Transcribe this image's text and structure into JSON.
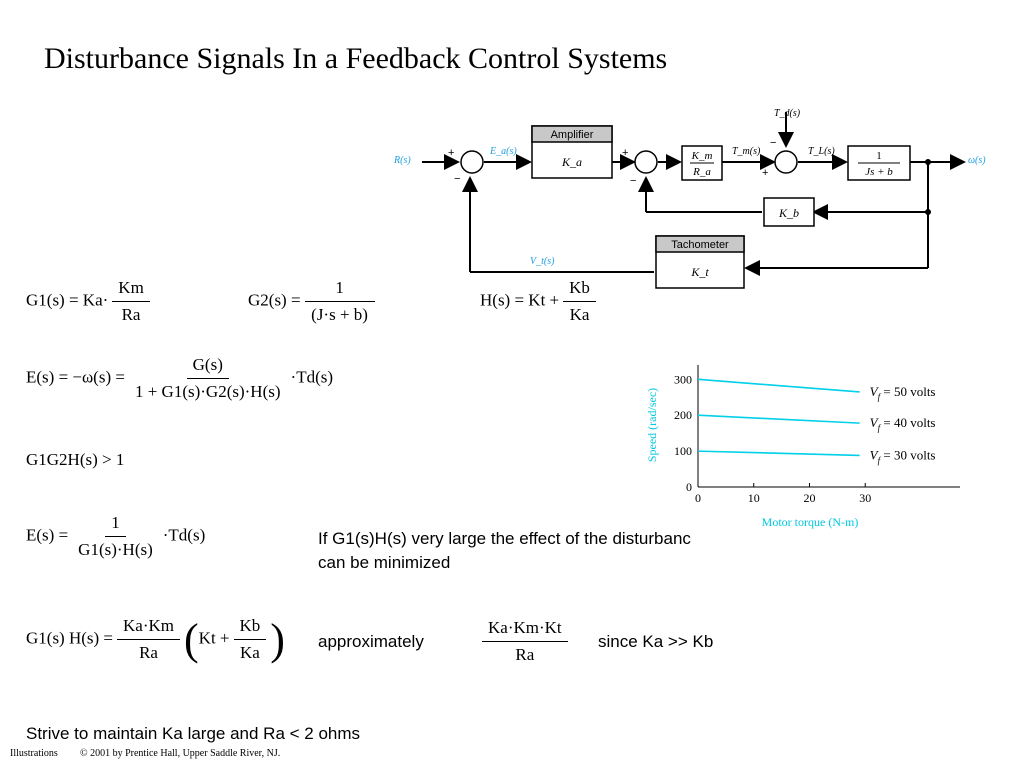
{
  "title": "Disturbance Signals In a Feedback Control Systems",
  "block_diagram": {
    "input": "R(s)",
    "error": "E_a(s)",
    "amplifier_title": "Amplifier",
    "amplifier_gain": "K_a",
    "motor_num": "K_m",
    "motor_den": "R_a",
    "tm": "T_m(s)",
    "td": "T_d(s)",
    "tl": "T_L(s)",
    "load_num": "1",
    "load_den": "Js + b",
    "output": "ω(s)",
    "back_emf_gain": "K_b",
    "tachometer_title": "Tachometer",
    "tachometer_gain": "K_t",
    "vt": "V_t(s)",
    "plus": "+",
    "minus": "−",
    "colors": {
      "signal_label": "#1e9fe0",
      "block_header": "#c8c8c8",
      "line": "#000000"
    }
  },
  "equations": {
    "g1_lhs": "G1(s) = Ka·",
    "g1_num": "Km",
    "g1_den": "Ra",
    "g2_lhs": "G2(s) =",
    "g2_num": "1",
    "g2_den": "(J·s + b)",
    "h_lhs": "H(s) = Kt +",
    "h_num": "Kb",
    "h_den": "Ka",
    "e1_lhs": "E(s) = −ω(s) =",
    "e1_num": "G(s)",
    "e1_den": "1 + G1(s)·G2(s)·H(s)",
    "e1_rhs": "·Td(s)",
    "cond": "G1G2H(s) > 1",
    "e2_lhs": "E(s) =",
    "e2_num": "1",
    "e2_den": "G1(s)·H(s)",
    "e2_rhs": "·Td(s)",
    "gh_lhs": "G1(s) H(s) =",
    "gh_num1": "Ka·Km",
    "gh_den1": "Ra",
    "gh_inner": "Kt +",
    "gh_num2": "Kb",
    "gh_den2": "Ka",
    "approx_num": "Ka·Km·Kt",
    "approx_den": "Ra"
  },
  "text": {
    "note_line1": "If G1(s)H(s) very large the effect of the disturbanc",
    "note_line2": "can be minimized",
    "approximately": "approximately",
    "since": "since Ka >> Kb",
    "strive": "Strive to maintain Ka large and Ra < 2 ohms",
    "footer_label": "Illustrations",
    "footer_copy": "© 2001 by Prentice Hall, Upper Saddle River, NJ."
  },
  "chart_data": {
    "type": "line",
    "xlabel": "Motor torque (N-m)",
    "ylabel": "Speed (rad/sec)",
    "xlim": [
      0,
      47
    ],
    "ylim": [
      0,
      340
    ],
    "xticks": [
      0,
      10,
      20,
      30
    ],
    "yticks": [
      0,
      100,
      200,
      300
    ],
    "series": [
      {
        "name": "V_f = 50 volts",
        "label_main": "V",
        "label_sub": "f",
        "label_rest": " = 50 volts",
        "x": [
          0,
          29
        ],
        "y": [
          300,
          265
        ]
      },
      {
        "name": "V_f = 40 volts",
        "label_main": "V",
        "label_sub": "f",
        "label_rest": " = 40 volts",
        "x": [
          0,
          29
        ],
        "y": [
          200,
          178
        ]
      },
      {
        "name": "V_f = 30 volts",
        "label_main": "V",
        "label_sub": "f",
        "label_rest": " = 30 volts",
        "x": [
          0,
          29
        ],
        "y": [
          100,
          88
        ]
      }
    ],
    "colors": {
      "line": "#00d0e8",
      "axis_label": "#00c8e0",
      "axis": "#000000"
    }
  }
}
